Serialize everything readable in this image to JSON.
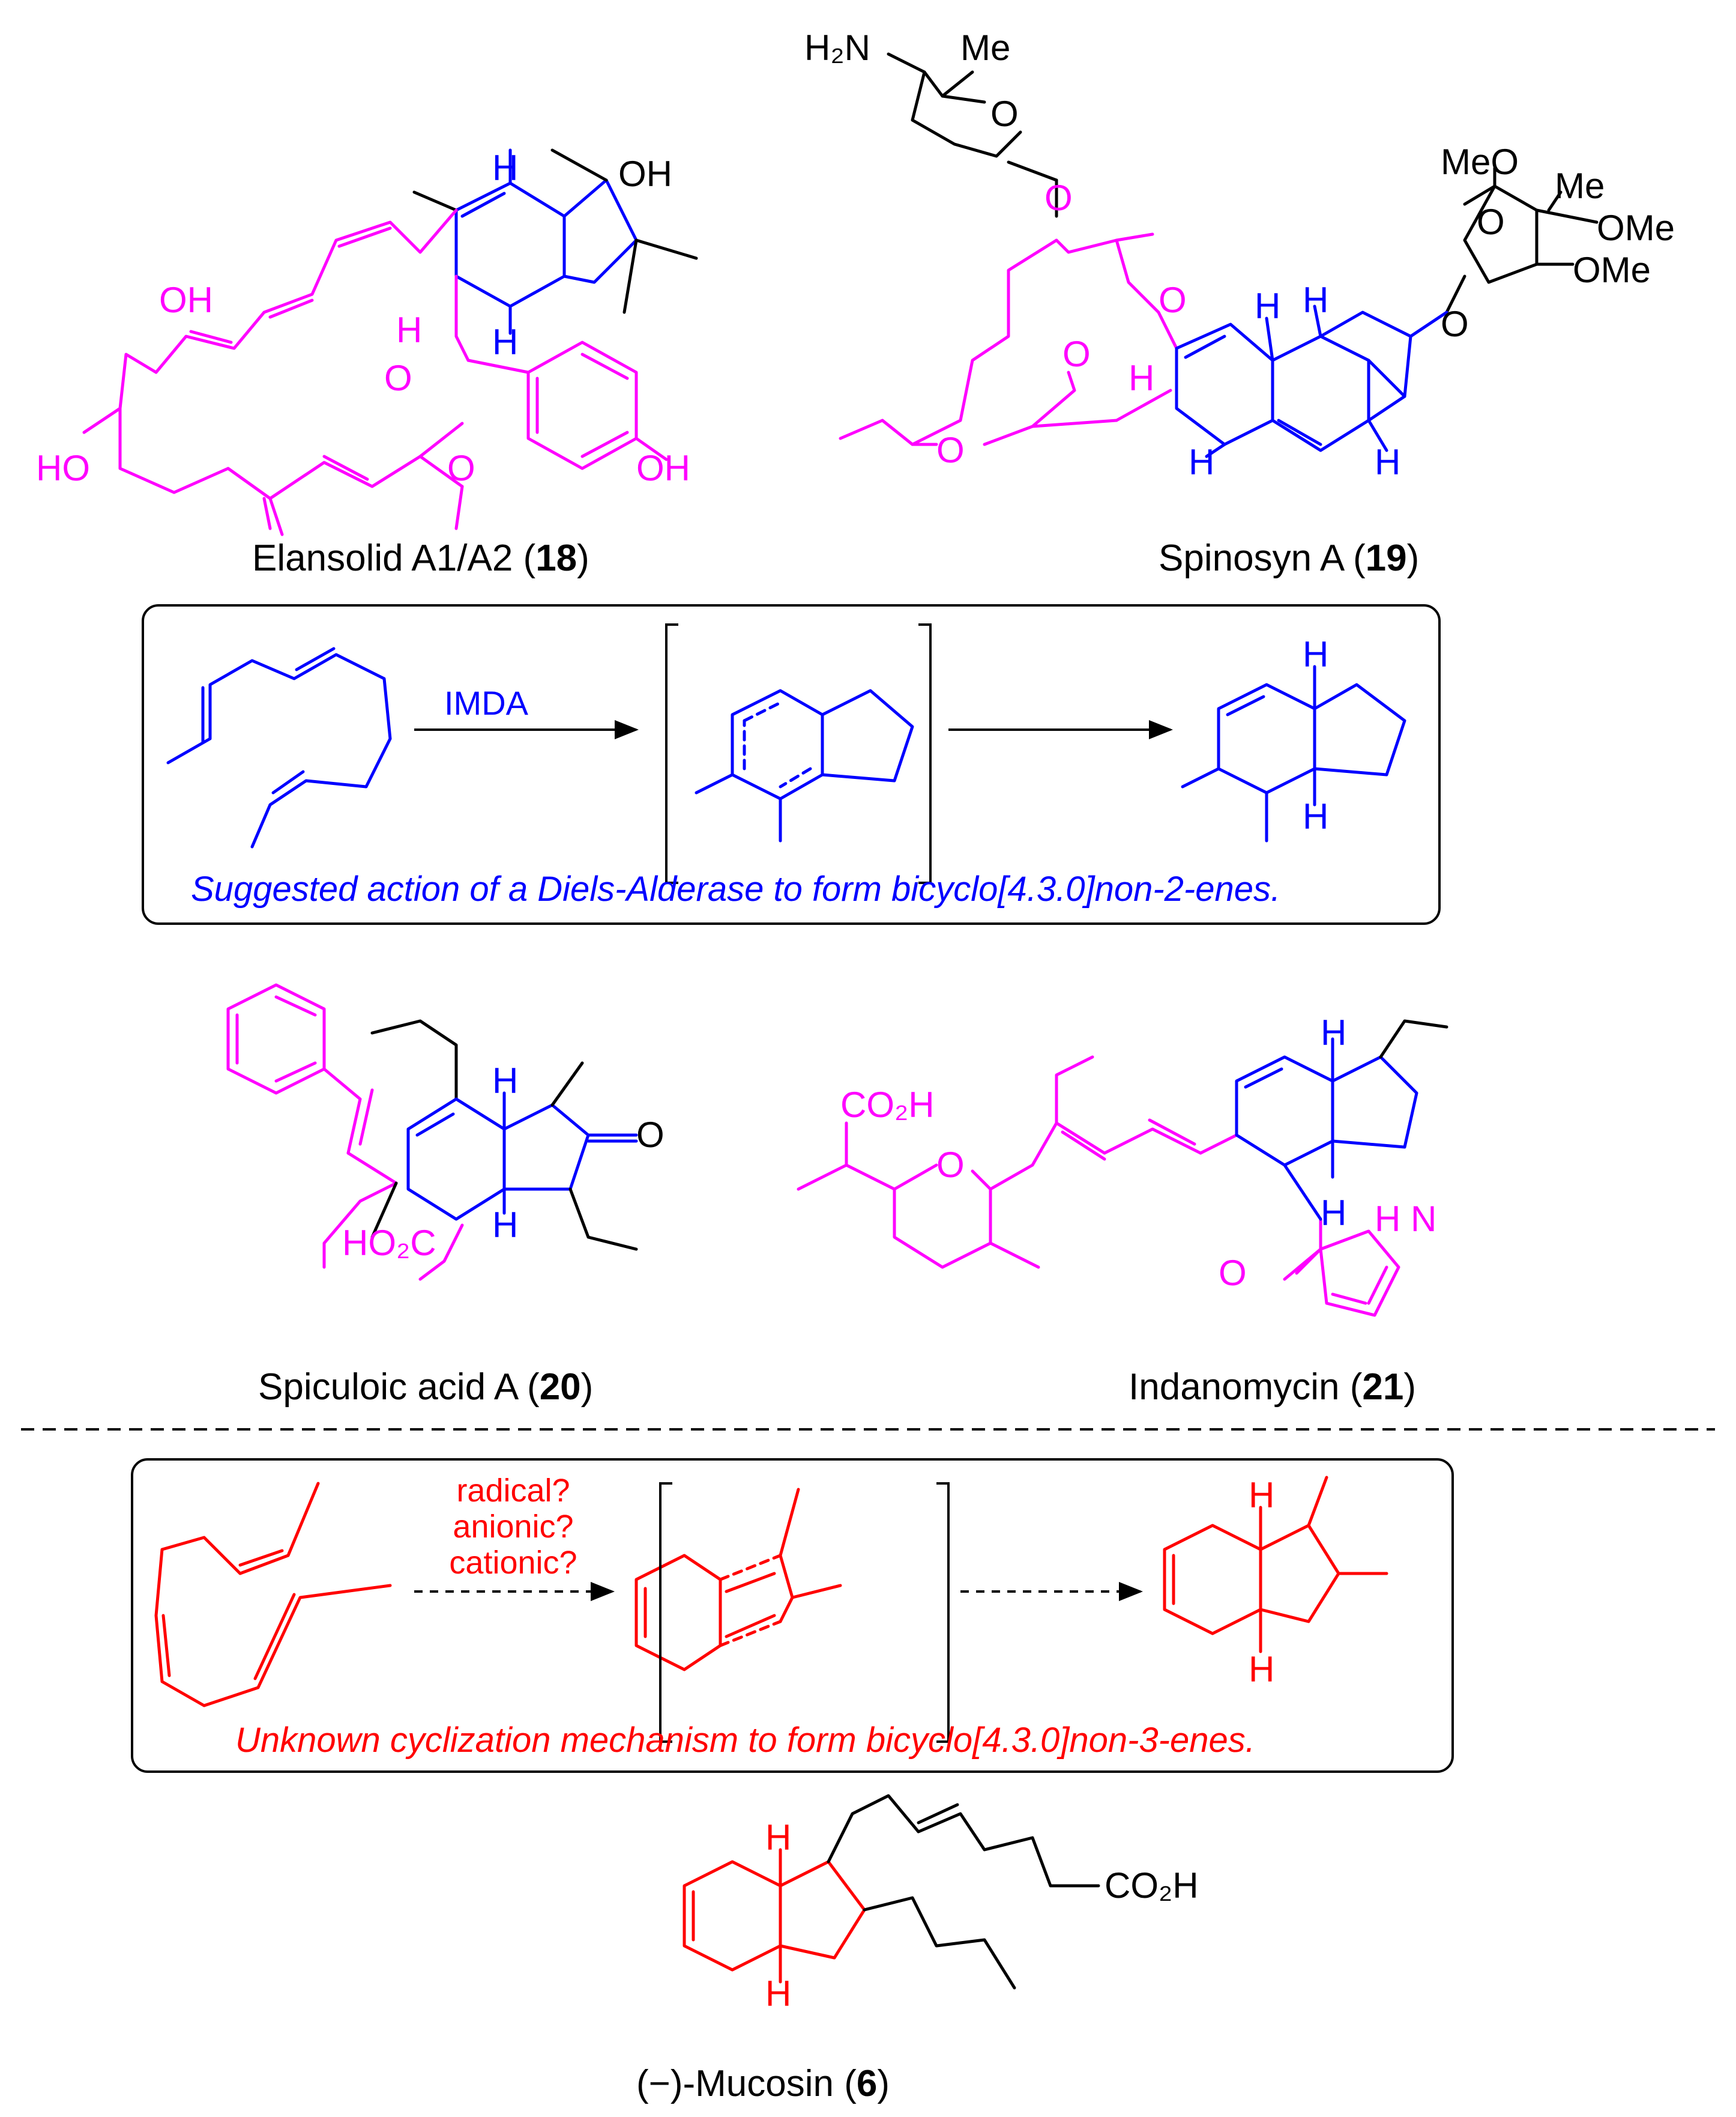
{
  "colors": {
    "magenta": "#ff00ff",
    "blue": "#0000ff",
    "red": "#ff0000",
    "black": "#000000"
  },
  "compounds": [
    {
      "name_prefix": "Elansolid A1/A2 (",
      "number": "18",
      "suffix": ")"
    },
    {
      "name_prefix": "Spinosyn A (",
      "number": "19",
      "suffix": ")"
    },
    {
      "name_prefix": "Spiculoic acid A (",
      "number": "20",
      "suffix": ")"
    },
    {
      "name_prefix": "Indanomycin (",
      "number": "21",
      "suffix": ")"
    },
    {
      "name_prefix": "(−)-Mucosin (",
      "number": "6",
      "suffix": ")"
    }
  ],
  "box1": {
    "arrow_label": "IMDA",
    "caption": "Suggested action of a Diels-Alderase to form bicyclo[4.3.0]non-2-enes."
  },
  "box2": {
    "arrow_labels": [
      "radical?",
      "anionic?",
      "cationic?"
    ],
    "caption": "Unknown cyclization mechanism to form bicyclo[4.3.0]non-3-enes."
  },
  "atoms": {
    "H": "H",
    "OH": "OH",
    "HO": "HO",
    "O": "O",
    "Me": "Me",
    "MeO": "MeO",
    "OMe": "OMe",
    "H2N": "H₂N",
    "CO2H": "CO₂H",
    "HO2C": "HO₂C",
    "NH": "H N"
  }
}
